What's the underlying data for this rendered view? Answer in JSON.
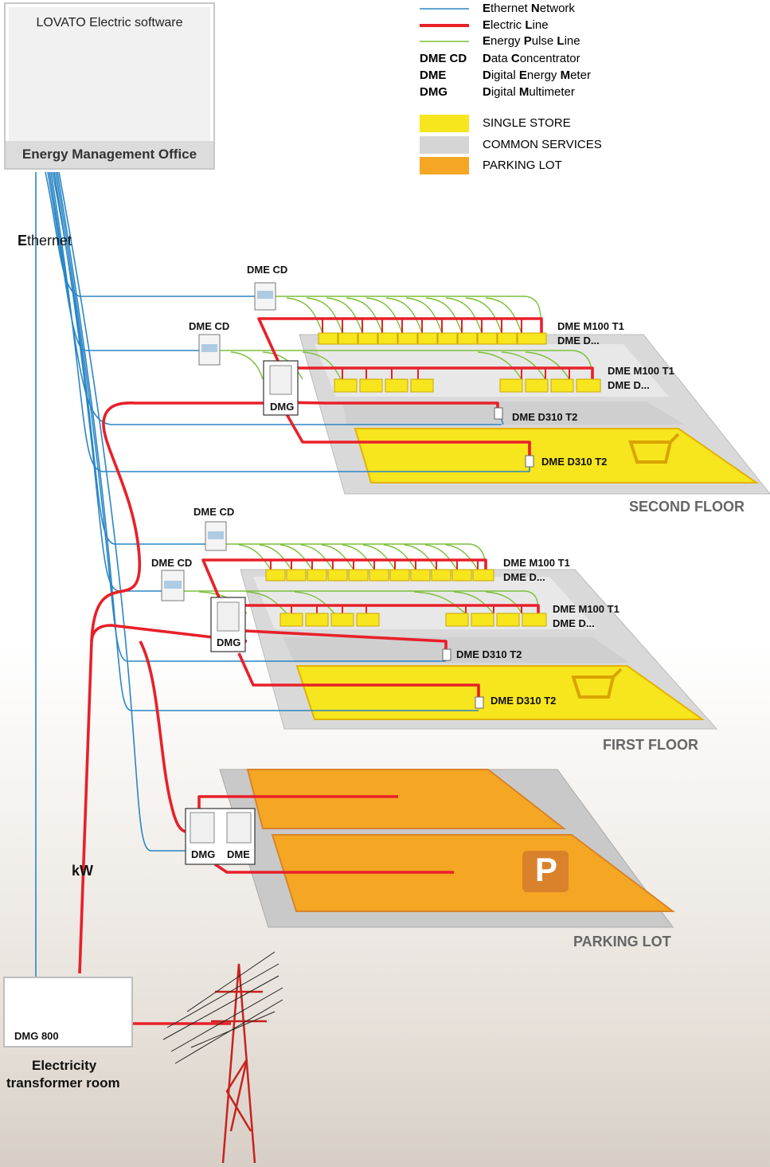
{
  "legend": {
    "ethernet": {
      "label_html": "<b>E</b>thernet <b>N</b>etwork",
      "color": "#2b86c5"
    },
    "electric": {
      "label_html": "<b>E</b>lectric <b>L</b>ine",
      "color": "#e8202a"
    },
    "pulse": {
      "label_html": "<b>E</b>nergy <b>P</b>ulse <b>L</b>ine",
      "color": "#7bbf3a"
    },
    "abbrevs": [
      {
        "key": "DME CD",
        "text_html": "<b>D</b>ata <b>C</b>oncentrator"
      },
      {
        "key": "DME",
        "text_html": "<b>D</b>igital <b>E</b>nergy <b>M</b>eter"
      },
      {
        "key": "DMG",
        "text_html": "<b>D</b>igital <b>M</b>ultimeter"
      }
    ],
    "areas": [
      {
        "label": "SINGLE STORE",
        "color": "#f7e51e"
      },
      {
        "label": "COMMON SERVICES",
        "color": "#d5d5d5"
      },
      {
        "label": "PARKING LOT",
        "color": "#f5a623"
      }
    ]
  },
  "office": {
    "software_title": "LOVATO Electric software",
    "label": "Energy Management Office"
  },
  "ethernet_label_html": "<b>E</b>thernet",
  "kw_label": "kW",
  "floors": [
    {
      "title": "SECOND FLOOR",
      "cd_labels": [
        "DME CD",
        "DME CD"
      ],
      "meter_row_labels": [
        [
          "DME M100 T1",
          "DME D..."
        ],
        [
          "DME M100 T1",
          "DME D..."
        ]
      ],
      "dmg_label": "DMG",
      "common_meter": "DME D310 T2",
      "store_meter": "DME D310 T2"
    },
    {
      "title": "FIRST FLOOR",
      "cd_labels": [
        "DME CD",
        "DME CD"
      ],
      "meter_row_labels": [
        [
          "DME M100 T1",
          "DME D..."
        ],
        [
          "DME M100 T1",
          "DME D..."
        ]
      ],
      "dmg_label": "DMG",
      "common_meter": "DME D310 T2",
      "store_meter": "DME D310 T2"
    }
  ],
  "parking": {
    "title": "PARKING LOT",
    "dmg_label": "DMG",
    "dme_label": "DME",
    "sign": "P"
  },
  "transformer": {
    "device_label": "DMG 800",
    "caption_line1": "Electricity",
    "caption_line2": "transformer room"
  }
}
